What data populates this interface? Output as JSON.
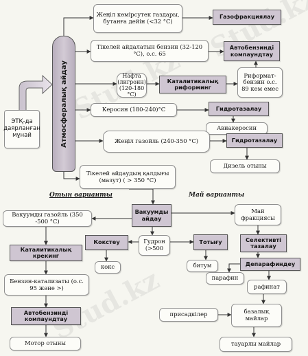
{
  "column_label": "Атмосфералық айдау",
  "crude_input": "ЭТҚ-да даярланған мұнай",
  "section_fuel": "Отын варианты",
  "section_oil": "Май варианты",
  "nodes": {
    "light_hc": "Жеңіл көмірсутек газдары, бутанға дейін (<32 °С)",
    "gas_fractionation": "Газофракциялау",
    "straight_gasoline": "Тікелей айдалатын бензин (32-120 °С), о.с. 65",
    "blending_1": "Автобензинді компаундтау",
    "naphtha": "Нафта (лигроин) (120-180 °С)",
    "catalytic_reforming": "Каталитикалық риформинг",
    "reformate": "Риформат-бензин о.с. 89 кем емес",
    "kerosene": "Керосин (180-240)°С",
    "hydrotreating_1": "Гидротазалау",
    "jet_kerosene": "Авиакеросин",
    "light_gasoil": "Жеңіл газойль (240-350 °С)",
    "hydrotreating_2": "Гидротазалау",
    "diesel": "Дизель отыны",
    "residue": "Тікелей айдаудың қалдығы (мазут) ( > 350 °С)",
    "vacuum_distillation": "Вакуумды айдау",
    "vacuum_gasoil": "Вакуумды газойль (350 -500 °С)",
    "catalytic_cracking": "Каталитикалық крекинг",
    "cracking_gasoline": "Бензин-катализаты (о.с. 95 және >)",
    "blending_2": "Автобензинді компаундтау",
    "motor_fuel": "Мотор отыны",
    "oil_fractions": "Май фракциясы",
    "coking": "Кокстеу",
    "coke": "кокс",
    "tar": "Гудрон (>500",
    "deasphalting": "Тотығу",
    "bitumen": "битум",
    "selective_treating": "Селективті тазалау",
    "dewaxing": "Депарафиндеу",
    "paraffin": "парафин",
    "raffinate": "рафинат",
    "additives": "присадкілер",
    "base_oils": "базалық майлар",
    "finished_oils": "тауарлы майлар"
  },
  "watermark": "Stud.kz"
}
